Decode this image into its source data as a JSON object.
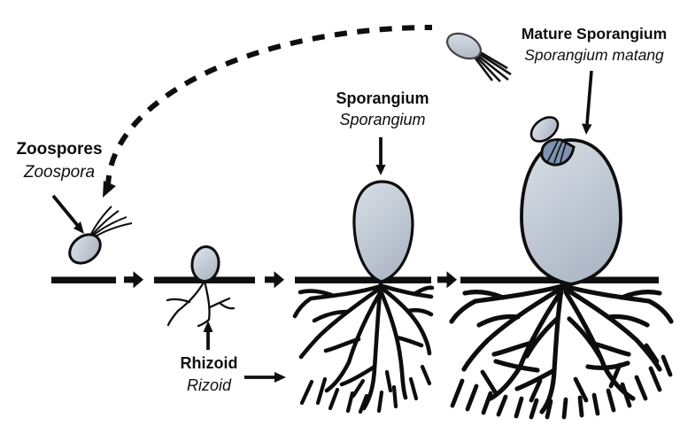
{
  "diagram": {
    "labels": {
      "zoospores": {
        "line1": "Zoospores",
        "line2": "Zoospora"
      },
      "sporangium": {
        "line1": "Sporangium",
        "line2": "Sporangium"
      },
      "mature_sporangium": {
        "line1": "Mature Sporangium",
        "line2": "Sporangium matang"
      },
      "rhizoid": {
        "line1": "Rhizoid",
        "line2": "Rizoid"
      }
    },
    "colors": {
      "ink": "#0e0e0e",
      "cell_fill_light": "#d9dfe7",
      "cell_fill_dark": "#a8b2c1",
      "pore_fill": "#7e93b2",
      "background": "#ffffff"
    }
  }
}
